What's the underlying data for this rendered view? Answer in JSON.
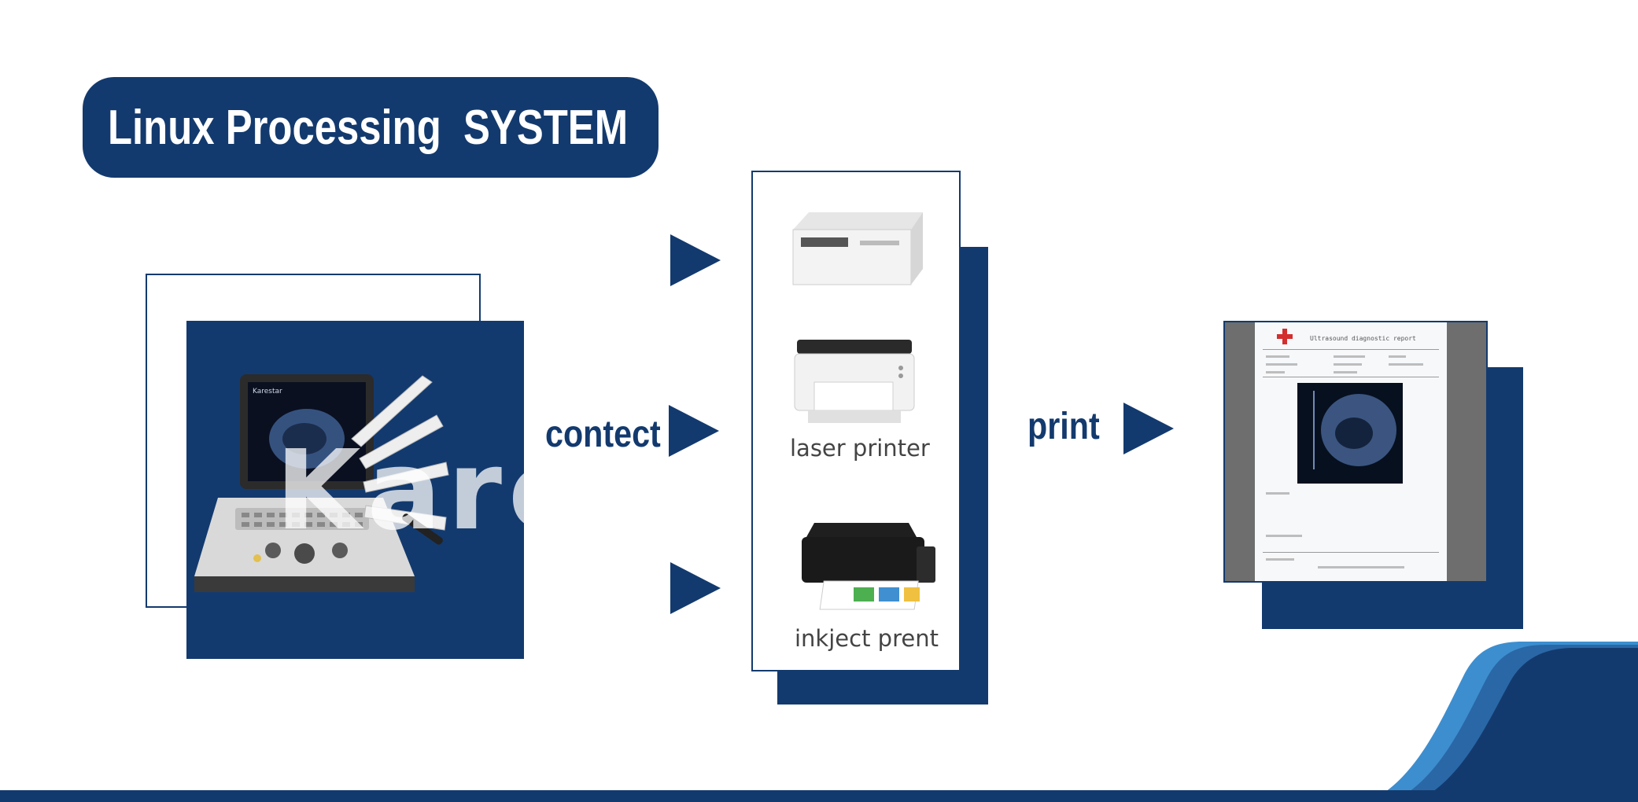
{
  "header": {
    "title": "Linux Processing  SYSTEM"
  },
  "flow": {
    "connect_label": "contect",
    "print_label": "print"
  },
  "devices": {
    "video_printer_label": "",
    "laser_printer_label": "laser printer",
    "inkjet_printer_label": "inkject prent"
  },
  "watermark": {
    "brand": "Karestar"
  },
  "screen": {
    "brand": "Karestar"
  },
  "report": {
    "title": "Ultrasound diagnostic report"
  },
  "colors": {
    "navy": "#133a6e",
    "mid_blue": "#2a67a6",
    "light_blue": "#3d8ecf",
    "white": "#ffffff"
  }
}
